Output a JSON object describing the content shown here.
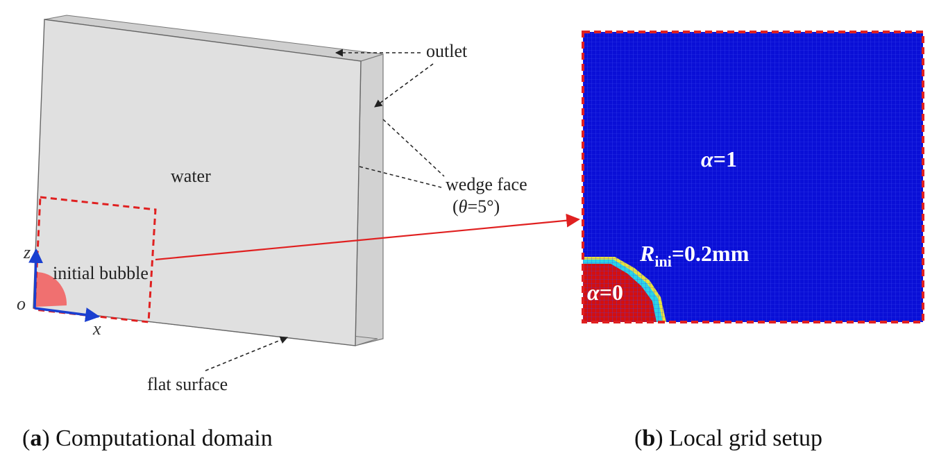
{
  "panel_a": {
    "labels": {
      "outlet": "outlet",
      "water": "water",
      "wedge_face": "wedge face",
      "theta": "θ",
      "theta_value": "=5°)",
      "theta_open": "(",
      "initial_bubble": "initial bubble",
      "flat_surface": "flat surface",
      "axis_z": "z",
      "axis_x": "x",
      "origin": "o"
    },
    "caption": {
      "letter": "a",
      "text": ") Computational domain",
      "open": "("
    }
  },
  "panel_b": {
    "labels": {
      "alpha_water": "α",
      "alpha_water_value": "=1",
      "radius_symbol": "R",
      "radius_sub": "ini",
      "radius_value": "=0.2mm",
      "alpha_bubble": "α",
      "alpha_bubble_value": "=0"
    },
    "caption": {
      "letter": "b",
      "text": ") Local grid setup",
      "open": "("
    }
  },
  "colors": {
    "water_phase": "#0a0fd6",
    "bubble_phase": "#d40f0f",
    "interface_cyan": "#2ad4e6",
    "interface_yellow": "#e8e23a",
    "highlight_dash": "#e02020",
    "domain_fill": "#e0e0e0",
    "axis_arrow": "#1a3fd0",
    "bubble_fill": "#f07070"
  }
}
